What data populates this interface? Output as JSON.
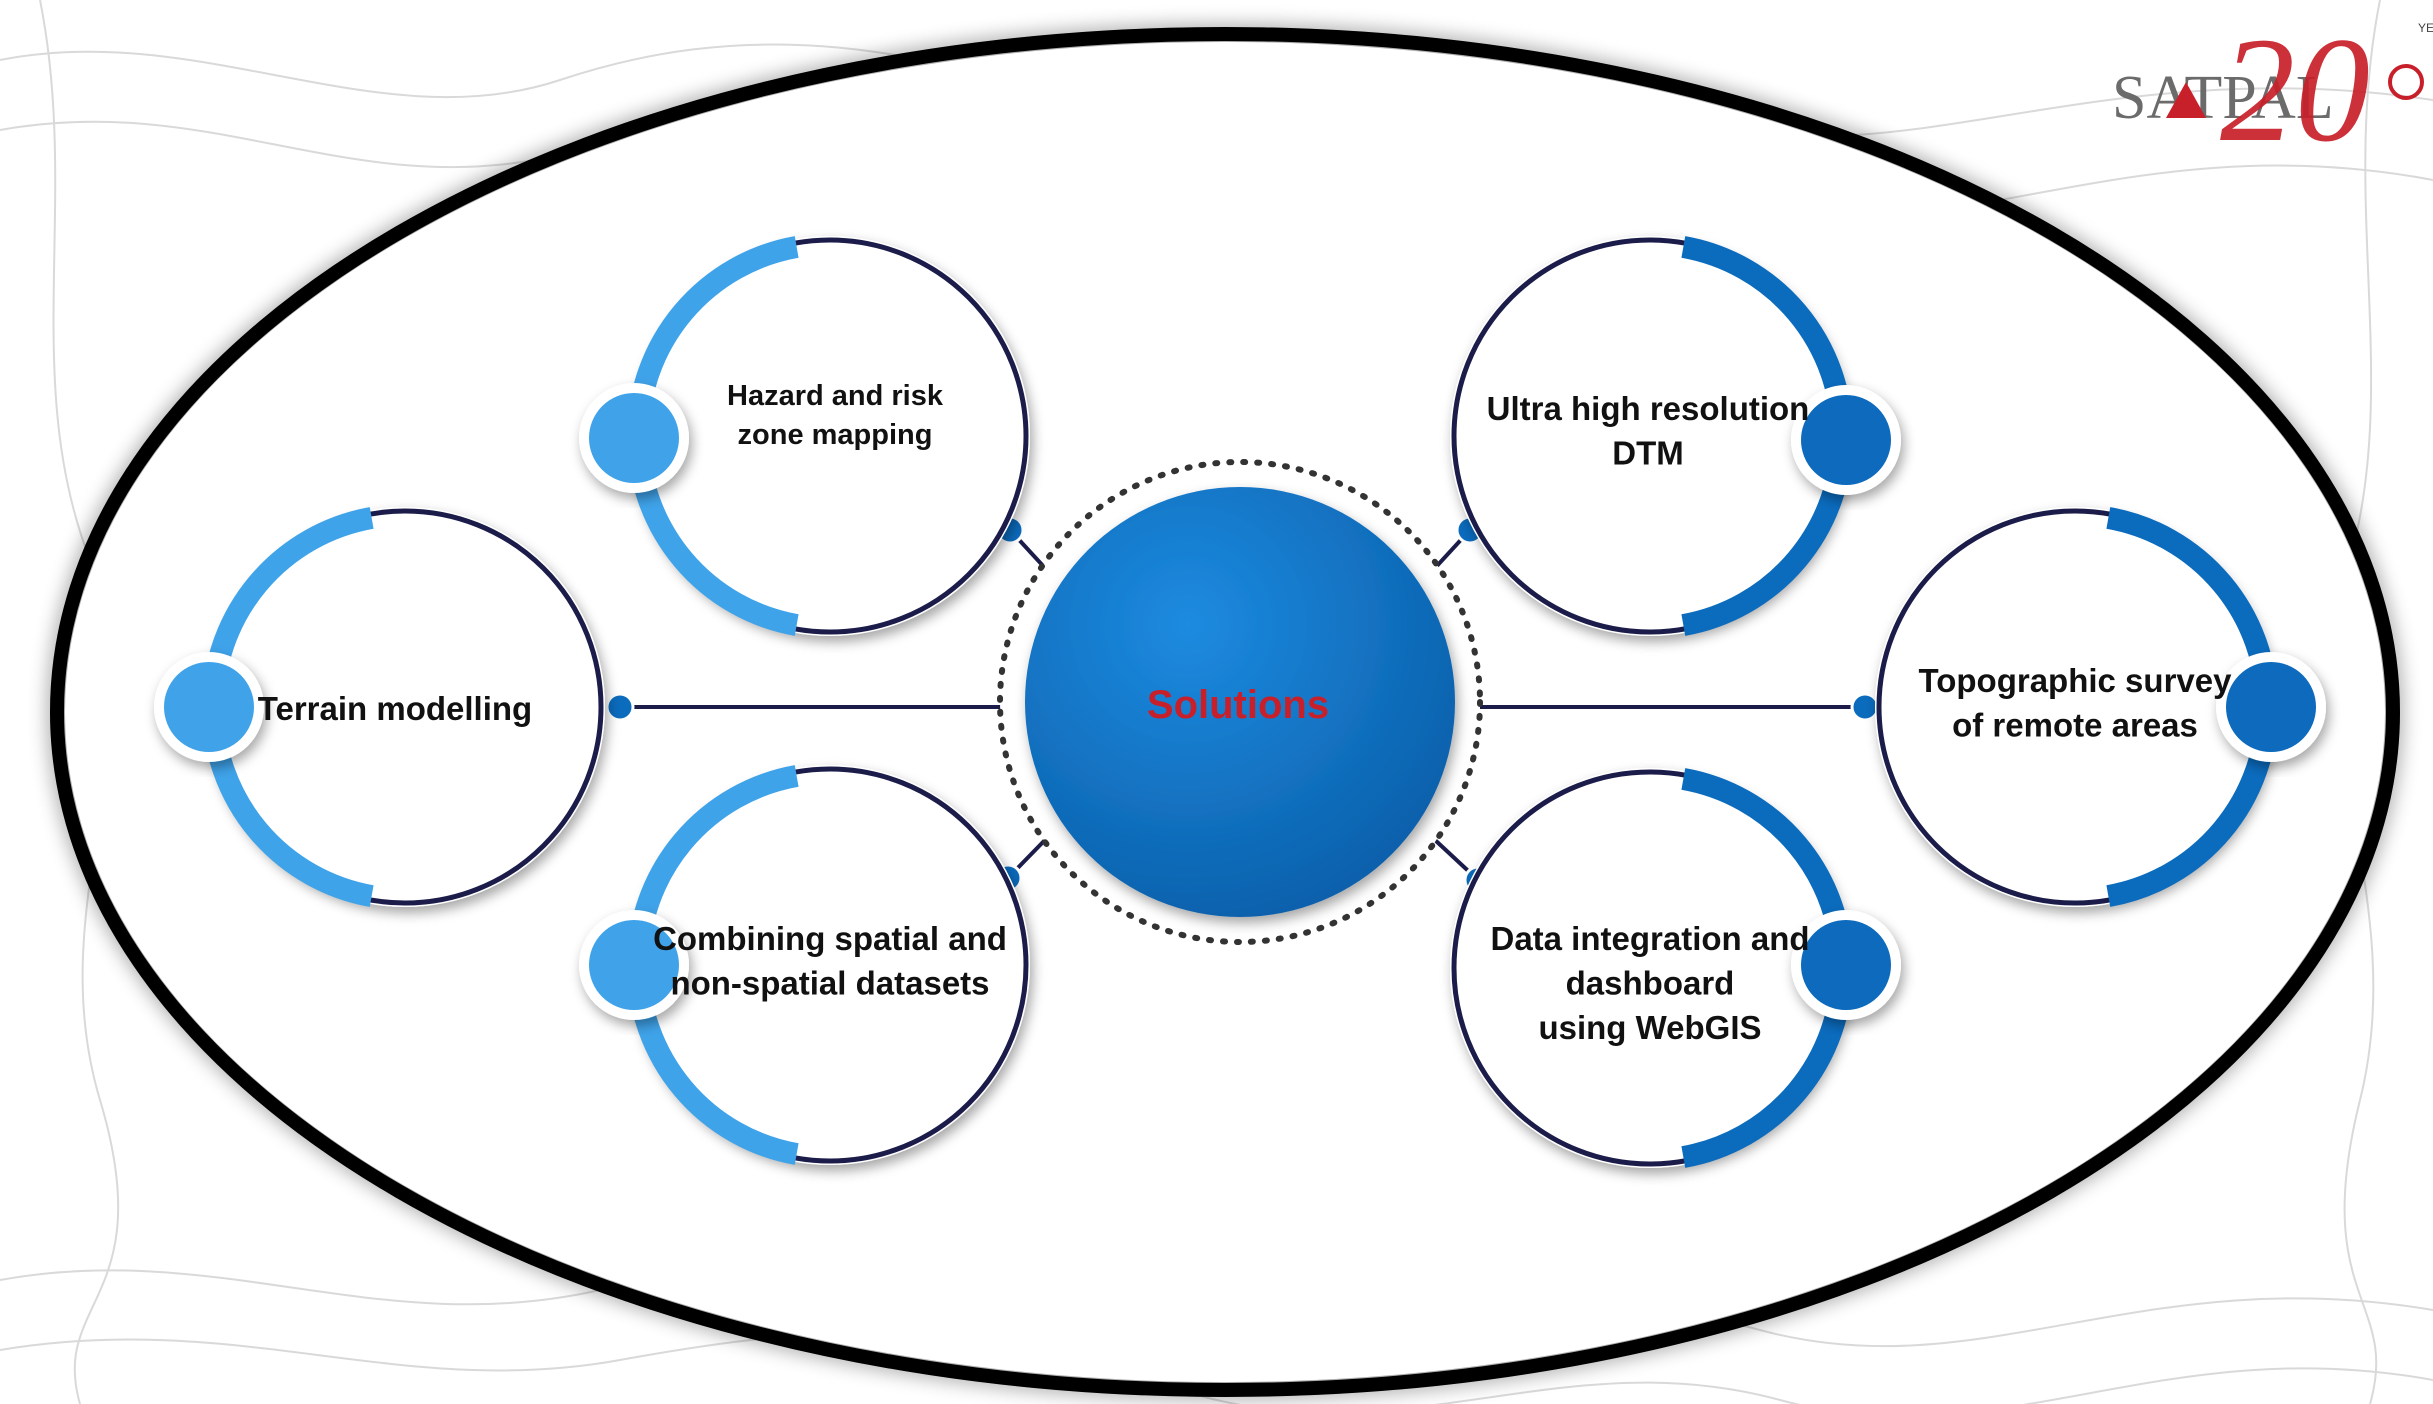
{
  "center": {
    "label": "Solutions"
  },
  "nodes": [
    {
      "id": "hazard",
      "lines": [
        "Hazard and risk",
        "zone mapping"
      ]
    },
    {
      "id": "terrain",
      "lines": [
        "Terrain modelling"
      ]
    },
    {
      "id": "combining",
      "lines": [
        "Combining spatial and",
        "non-spatial datasets"
      ]
    },
    {
      "id": "ultra",
      "lines": [
        "Ultra high resolution",
        "DTM"
      ]
    },
    {
      "id": "topographic",
      "lines": [
        "Topographic survey",
        "of remote areas"
      ]
    },
    {
      "id": "data",
      "lines": [
        "Data integration and",
        "dashboard",
        "using WebGIS"
      ]
    }
  ],
  "logo": {
    "brand": "SATPAL",
    "number": "20",
    "tagline": "YEARS"
  },
  "colors": {
    "accent_light": "#3fa3ea",
    "accent_dark": "#0b6bbd",
    "navy": "#1c1c4a",
    "center_text": "#c8202a",
    "logo_red": "#c8202a",
    "logo_gray": "#6b6b6b"
  }
}
